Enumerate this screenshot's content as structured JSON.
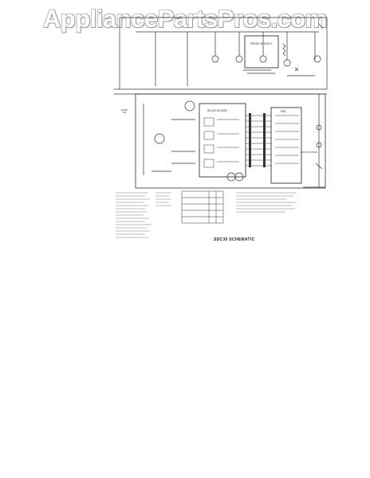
{
  "watermark": "AppliancePartsPros.com",
  "diagram": {
    "title": "SDC30 SCHEMATIC",
    "labels": {
      "spark_module": "SPARK MODULE",
      "relay_board": "RELAY BOARD",
      "erc": "ERC",
      "latch_motor": "LATCH MOTOR"
    }
  },
  "footer": {
    "left": "...",
    "right": "..."
  }
}
